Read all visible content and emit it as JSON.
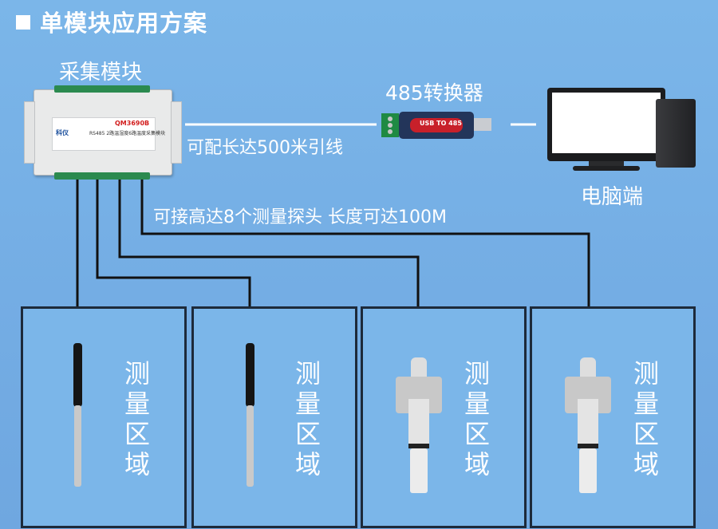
{
  "title": "单模块应用方案",
  "module": {
    "label": "采集模块",
    "model": "QM3690B",
    "description": "RS485 2路温湿度6路温度采集模块",
    "brand": "科仪"
  },
  "converter": {
    "label": "485转换器",
    "device_text": "USB TO 485"
  },
  "computer": {
    "label": "电脑端"
  },
  "cable_note": "可配长达500米引线",
  "probe_note": "可接高达8个测量探头  长度可达100M",
  "zones": [
    {
      "label": "测量区域",
      "probe": "temperature-probe"
    },
    {
      "label": "测量区域",
      "probe": "temperature-probe"
    },
    {
      "label": "测量区域",
      "probe": "humidity-probe"
    },
    {
      "label": "测量区域",
      "probe": "humidity-probe"
    }
  ],
  "colors": {
    "background": "#7bb6e9",
    "wire": "#111111",
    "frame": "#1d2a3a",
    "text": "#ffffff"
  }
}
